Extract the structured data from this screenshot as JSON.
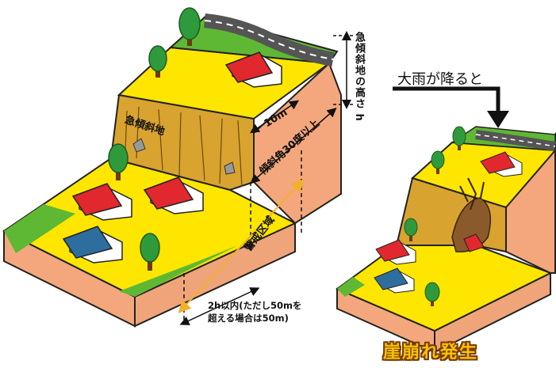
{
  "labels": {
    "steep_slope": "急傾斜地",
    "slope_height": "急傾斜地の高さ h",
    "width_10m": "10m",
    "angle": "傾斜角30度以上",
    "warning_zone": "警戒区域",
    "distance_line1": "2h以内(ただし50mを",
    "distance_line2": "超える場合は50m)",
    "heavy_rain": "大雨が降ると",
    "collapse": "崖崩れ発生"
  },
  "colors": {
    "ground_yellow": "#ffe600",
    "grass_green": "#5fb833",
    "earth_side": "#f4a77c",
    "cliff_brown": "#d9a32f",
    "roof_red": "#e0282e",
    "roof_blue": "#2d6e9e",
    "tree_green": "#2f9a3c",
    "road_gray": "#555555",
    "collapse_text": "#f6c400"
  }
}
